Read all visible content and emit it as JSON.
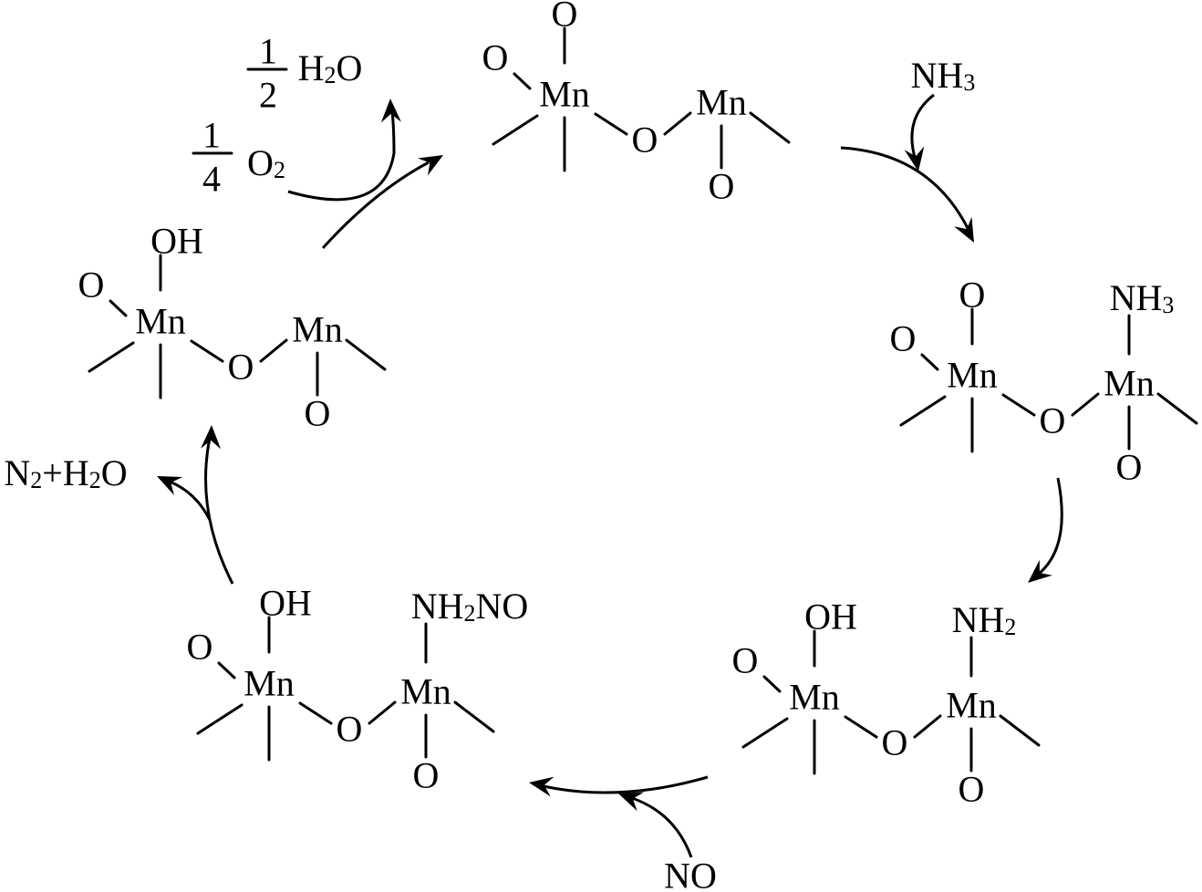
{
  "atoms": {
    "mn": "Mn",
    "o": "O",
    "oh": "OH"
  },
  "ligands": {
    "nh3": "NH",
    "nh3_sub": "3",
    "nh2": "NH",
    "nh2_sub": "2",
    "nh2no_pre": "NH",
    "nh2no_sub": "2",
    "nh2no_post": "NO"
  },
  "reagents": {
    "nh3": {
      "pre": "NH",
      "sub": "3"
    },
    "no": "NO",
    "n2_h2o": {
      "n": "N",
      "n_sub": "2",
      "plus_h": "+H",
      "h_sub": "2",
      "o": "O"
    },
    "half_h2o": {
      "num": "1",
      "den": "2",
      "h": "H",
      "h_sub": "2",
      "o": "O"
    },
    "quarter_o2": {
      "num": "1",
      "den": "4",
      "o": "O",
      "o_sub": "2"
    }
  }
}
